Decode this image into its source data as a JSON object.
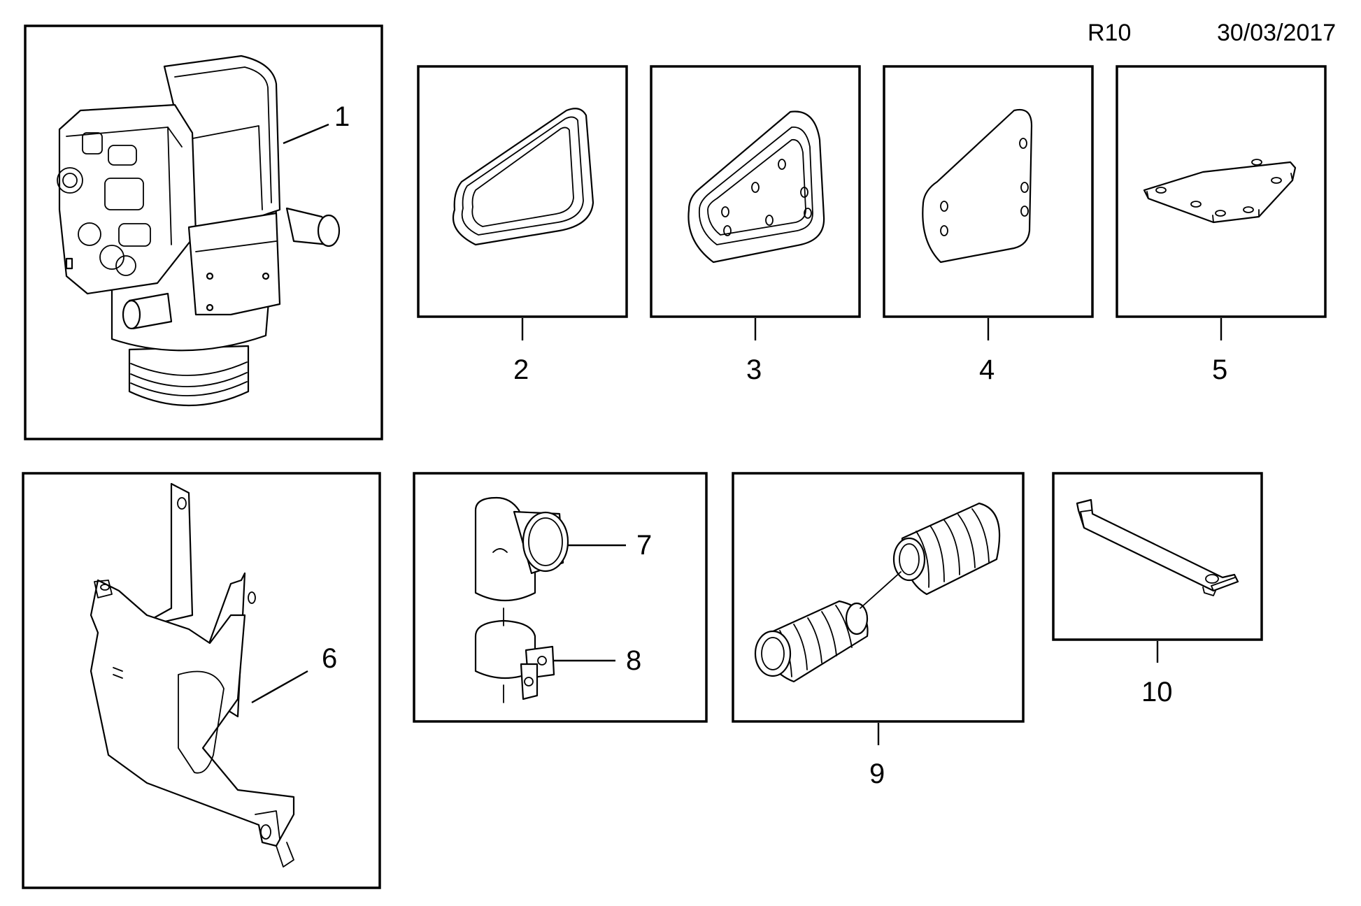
{
  "header": {
    "ref": "R10",
    "date": "30/03/2017"
  },
  "callouts": [
    "1",
    "2",
    "3",
    "4",
    "5",
    "6",
    "7",
    "8",
    "9",
    "10"
  ]
}
